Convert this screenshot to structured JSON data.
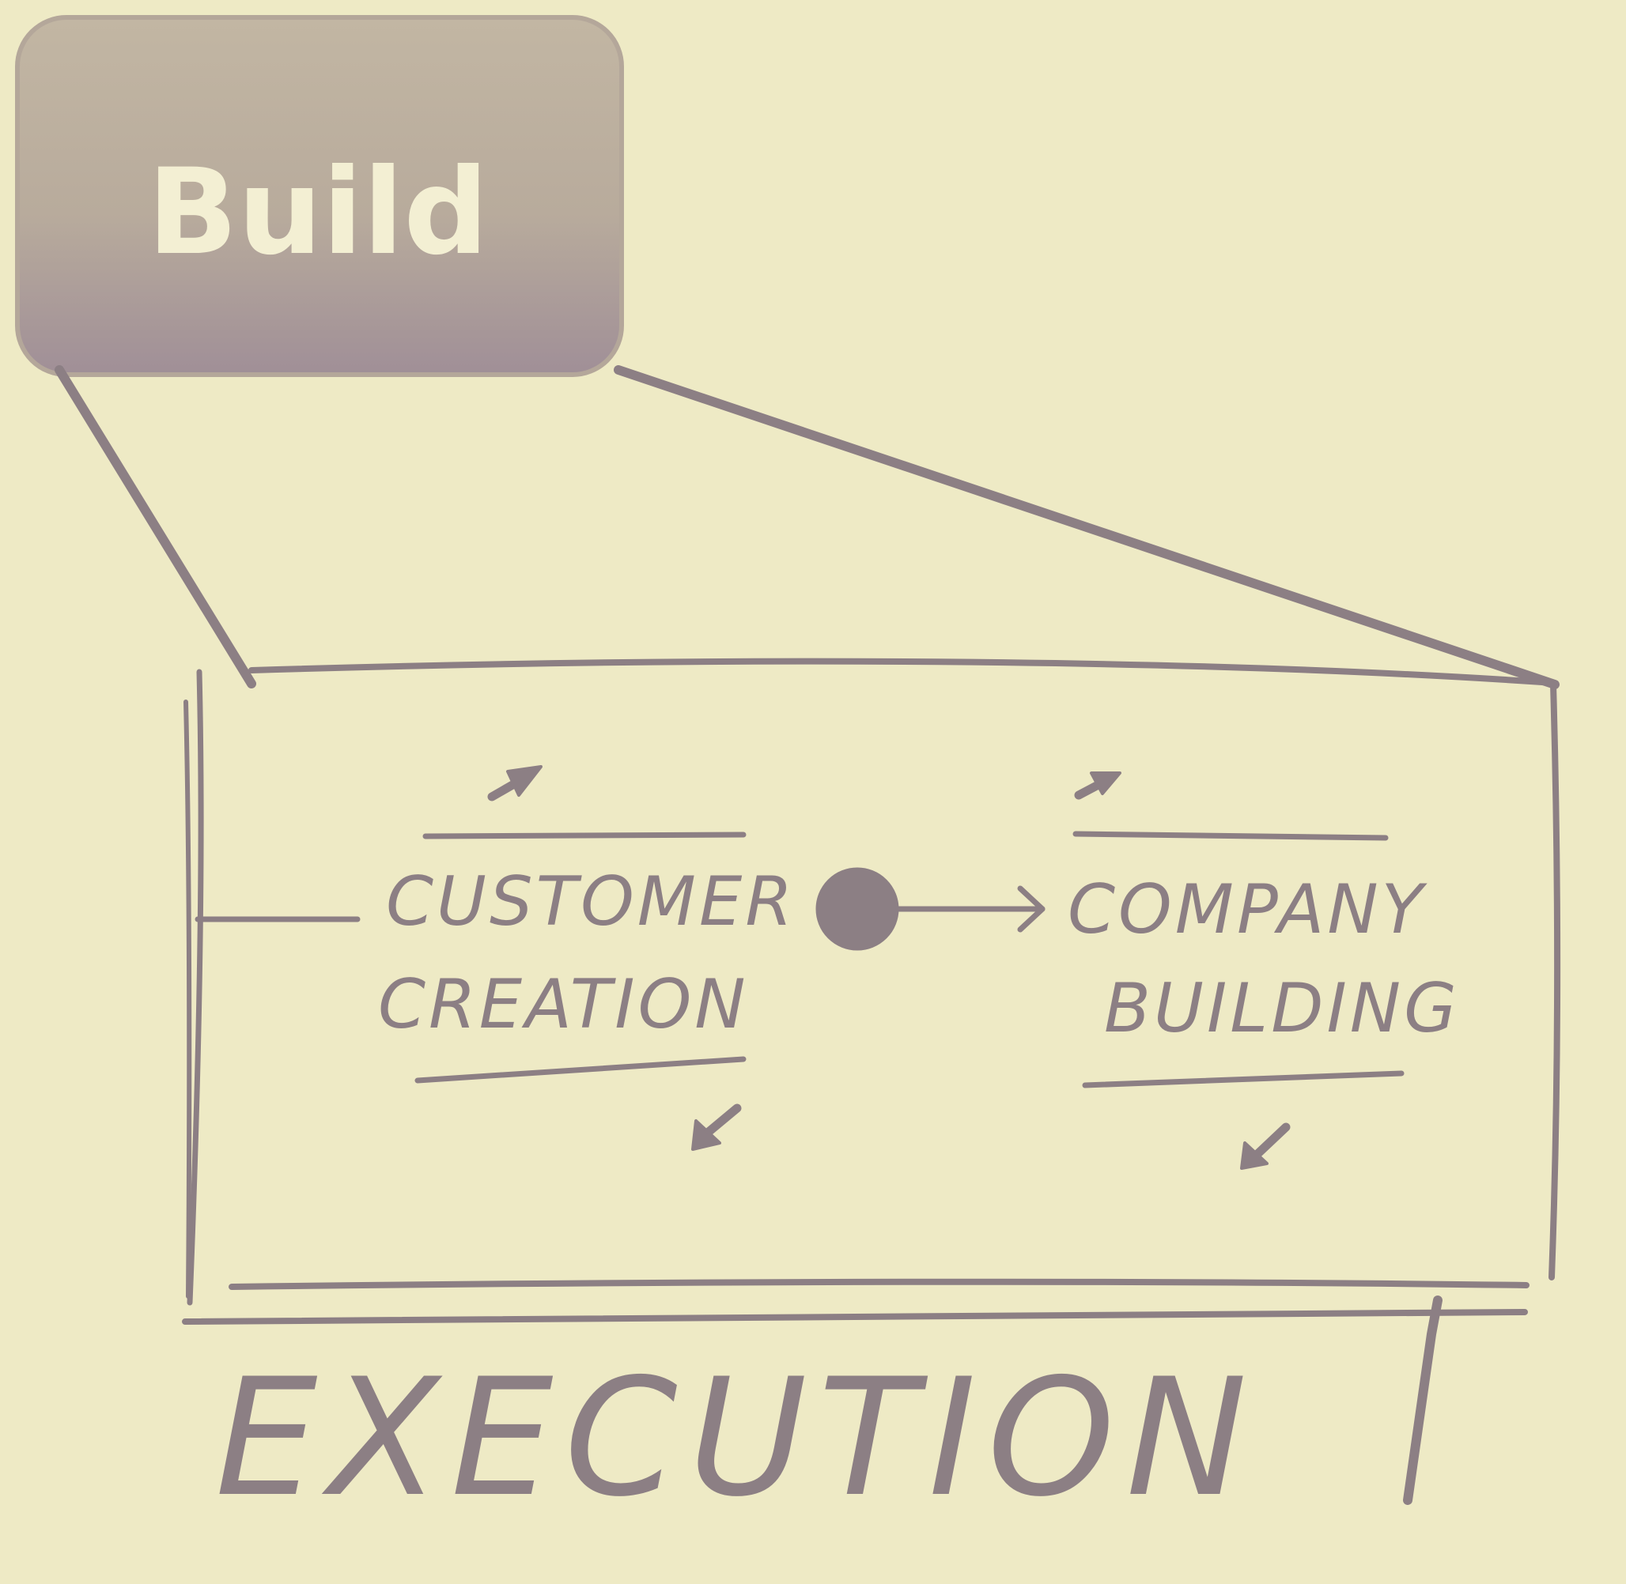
{
  "tab_button": {
    "label": "Build"
  },
  "diagram": {
    "stage_1": {
      "line_1": "CUSTOMER",
      "line_2": "CREATION"
    },
    "stage_2": {
      "line_1": "COMPANY",
      "line_2": "BUILDING"
    },
    "caption": "EXECUTION"
  },
  "colors": {
    "background": "#eeeac5",
    "ink": "#8c7f84",
    "button_gradient_top": "#bdb19f",
    "button_gradient_bottom": "#a4949a",
    "button_text": "#f3efd3"
  }
}
